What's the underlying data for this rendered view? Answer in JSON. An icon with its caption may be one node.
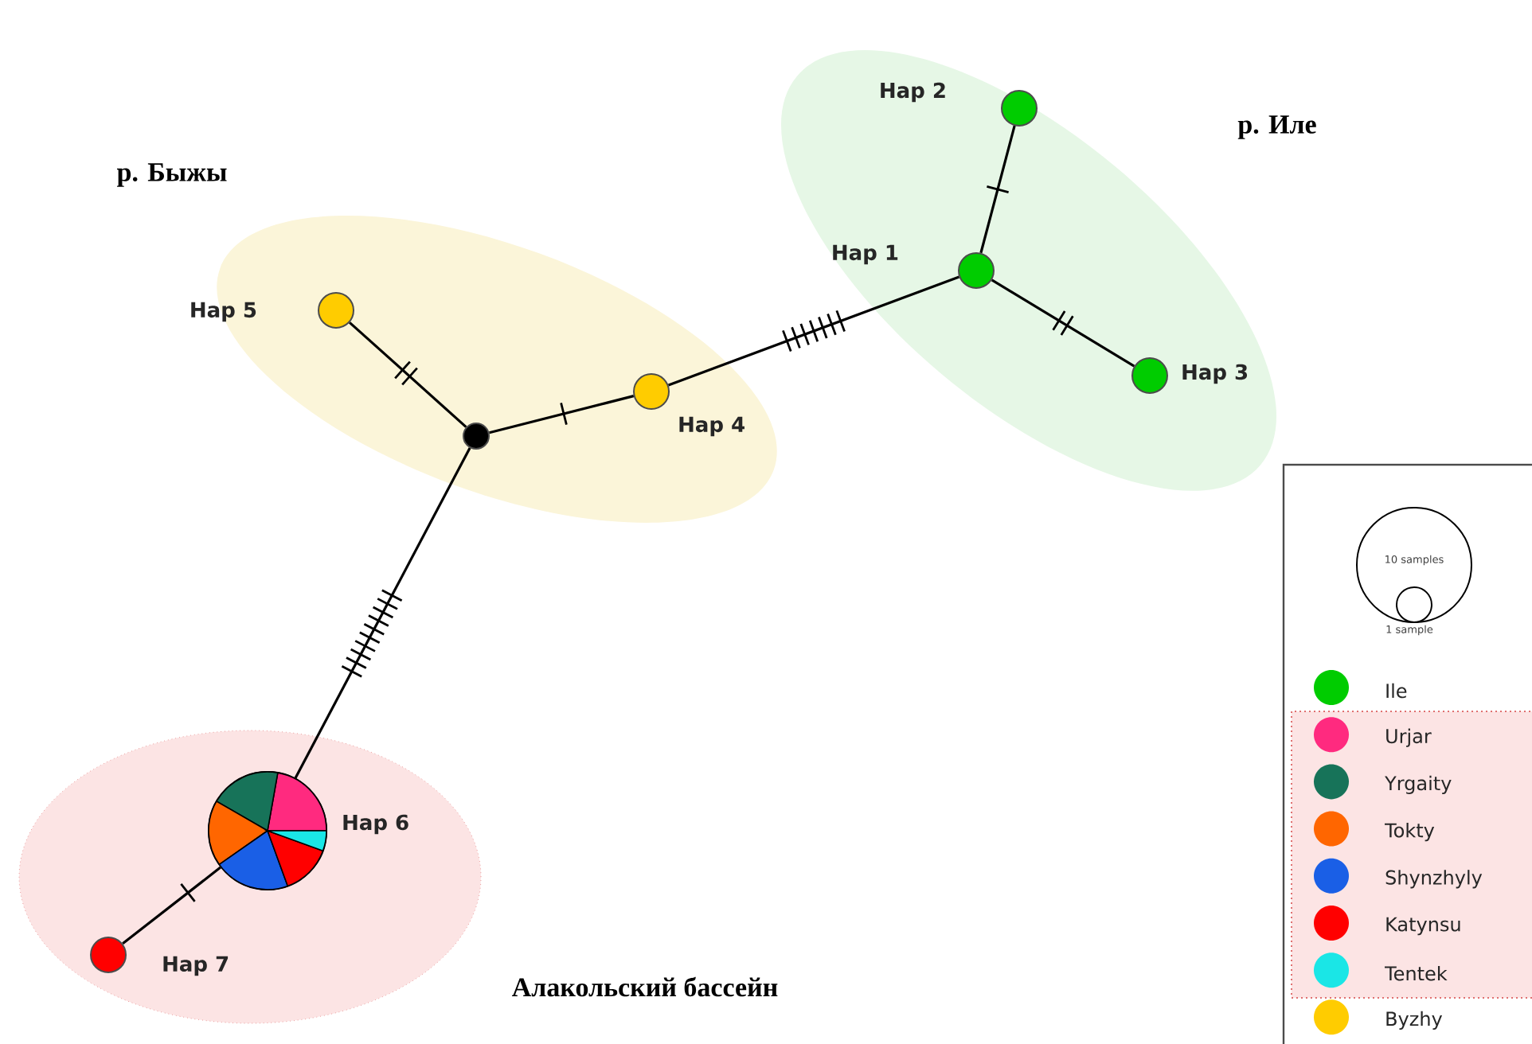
{
  "diagram": {
    "nodes": [
      {
        "text": [
          "р. Иле"
        ]
      },
      {
        "text": [
          "Hap 2"
        ],
        "in": 0
      },
      {
        "text": [
          "Hap 1"
        ],
        "in": 0
      },
      {
        "text": [
          "Hap 3"
        ],
        "in": 0
      },
      {
        "text": [
          "р. Быжы"
        ]
      },
      {
        "text": [
          "Hap 5"
        ],
        "in": 4
      },
      {
        "text": [
          "Hap 4"
        ],
        "in": 4
      },
      {
        "text": [],
        "shape": "circle",
        "in": 4
      },
      {
        "text": [
          "Алакольский бассейн"
        ]
      },
      {
        "text": [
          "Hap 6"
        ],
        "in": 8
      },
      {
        "text": [
          "Hap 7"
        ],
        "in": 8
      },
      {
        "text": [
          "10 samples"
        ]
      },
      {
        "text": [
          "1 sample"
        ],
        "in": 11
      }
    ],
    "edges": [
      {
        "from": 1,
        "to": 2,
        "arrow": "none"
      },
      {
        "from": 2,
        "to": 3,
        "arrow": "none"
      },
      {
        "from": 2,
        "to": 6,
        "arrow": "none"
      },
      {
        "from": 6,
        "to": 7,
        "arrow": "none"
      },
      {
        "from": 5,
        "to": 7,
        "arrow": "none"
      },
      {
        "from": 7,
        "to": 9,
        "arrow": "none"
      },
      {
        "from": 9,
        "to": 10,
        "arrow": "none"
      }
    ],
    "legend": [
      {
        "text": "Ile",
        "color": "#00cc00"
      },
      {
        "text": "Urjar",
        "color": "#ff2a7f"
      },
      {
        "text": "Yrgaity",
        "color": "#177359"
      },
      {
        "text": "Tokty",
        "color": "#ff6600"
      },
      {
        "text": "Shynzhyly",
        "color": "#1a5fe6"
      },
      {
        "text": "Katynsu",
        "color": "#ff0000"
      },
      {
        "text": "Tentek",
        "color": "#1ae6e6"
      },
      {
        "text": "Byzhy",
        "color": "#ffcc00"
      }
    ]
  }
}
